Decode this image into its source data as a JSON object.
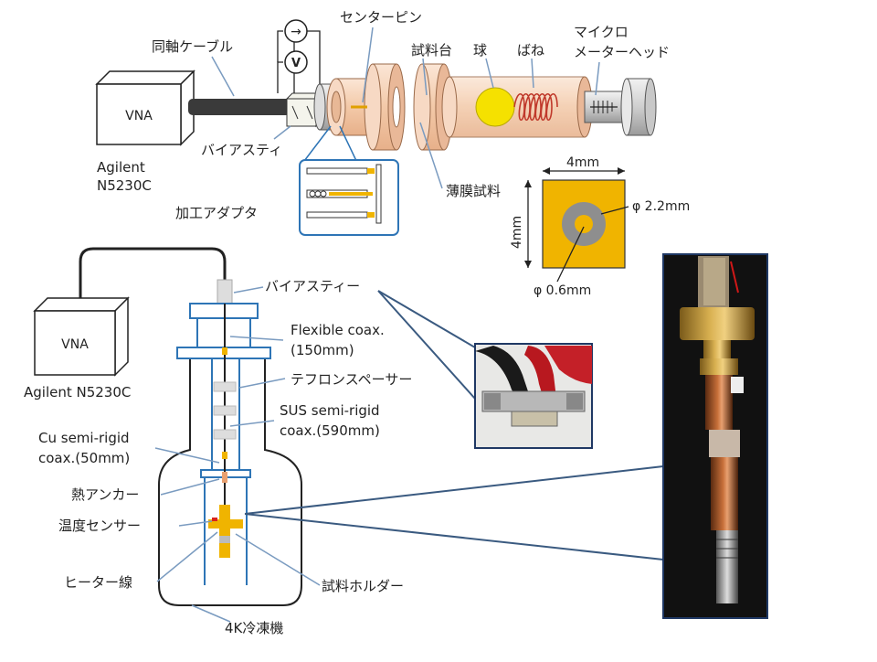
{
  "top": {
    "vna_box": "VNA",
    "vna_model_line1": "Agilent",
    "vna_model_line2": "N5230C",
    "coax_cable": "同軸ケーブル",
    "bias_tee": "バイアスティ",
    "meter_current": "→",
    "meter_voltage": "V",
    "center_pin": "センターピン",
    "adapter": "加工アダプタ",
    "sample_stage": "試料台",
    "ball": "球",
    "spring": "ばね",
    "micrometer_line1": "マイクロ",
    "micrometer_line2": "メーターヘッド",
    "thin_film": "薄膜試料"
  },
  "sample_chip": {
    "width": "4mm",
    "height": "4mm",
    "outer_diameter": "φ 2.2mm",
    "inner_diameter": "φ 0.6mm"
  },
  "cryo": {
    "vna_box": "VNA",
    "vna_model": "Agilent  N5230C",
    "bias_tee": "バイアスティー",
    "flexible_coax_line1": "Flexible coax.",
    "flexible_coax_line2": "(150mm)",
    "teflon_spacer": "テフロンスペーサー",
    "sus_coax_line1": "SUS semi-rigid",
    "sus_coax_line2": "coax.(590mm)",
    "cu_coax_line1": "Cu semi-rigid",
    "cu_coax_line2": "coax.(50mm)",
    "heat_anchor": "熱アンカー",
    "temp_sensor": "温度センサー",
    "heater_wire": "ヒーター線",
    "sample_holder": "試料ホルダー",
    "refrigerator": "4K冷凍機"
  },
  "colors": {
    "gold": "#f0b400",
    "copper_light": "#fbe0cc",
    "blue_frame": "#2e75b6",
    "yellow_ball": "#f5e100",
    "spring_red": "#c0392b",
    "photo_border": "#1f3864"
  }
}
